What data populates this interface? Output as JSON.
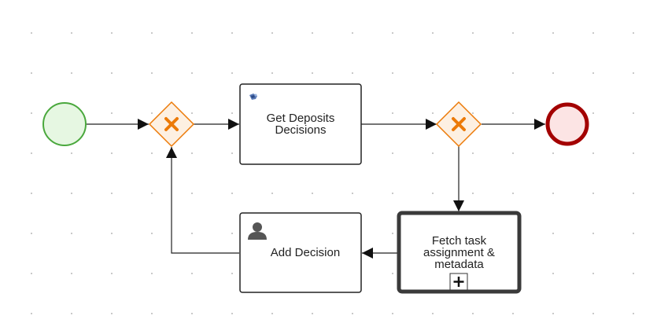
{
  "diagram": {
    "tasks": {
      "get_deposits": {
        "label": "Get Deposits\nDecisions",
        "icon": "business-rule-icon"
      },
      "add_decision": {
        "label": "Add Decision",
        "icon": "user-icon"
      },
      "fetch_task": {
        "label": "Fetch task\nassignment &\nmetadata",
        "icon": "subprocess-plus-icon"
      }
    },
    "colors": {
      "start_fill": "#e6f7e2",
      "start_stroke": "#4aa83d",
      "end_fill": "#fce4e4",
      "end_stroke": "#a30000",
      "gateway_fill": "#fdf0e2",
      "gateway_stroke": "#ec7a08",
      "task_stroke": "#222222",
      "grid_dot": "#b8b8b8"
    }
  }
}
